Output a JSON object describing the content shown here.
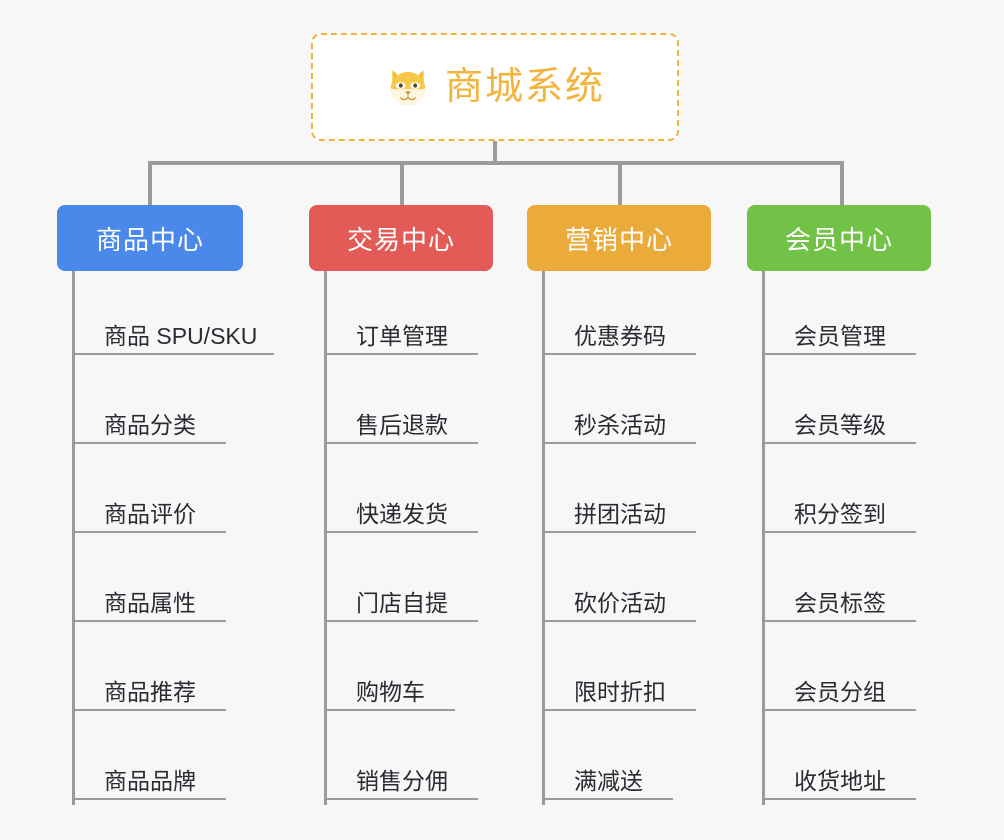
{
  "background_color": "#f7f7f7",
  "root": {
    "title": "商城系统",
    "icon": "shiba-dog-icon",
    "text_color": "#f3b33c",
    "border_color": "#f2b33d",
    "fill_color": "#ffffff"
  },
  "connector_color": "#9b9b9b",
  "columns": [
    {
      "label": "商品中心",
      "color": "#4a89ea",
      "items": [
        "商品 SPU/SKU",
        "商品分类",
        "商品评价",
        "商品属性",
        "商品推荐",
        "商品品牌"
      ]
    },
    {
      "label": "交易中心",
      "color": "#e25b57",
      "items": [
        "订单管理",
        "售后退款",
        "快递发货",
        "门店自提",
        "购物车",
        "销售分佣"
      ]
    },
    {
      "label": "营销中心",
      "color": "#eaab3a",
      "items": [
        "优惠券码",
        "秒杀活动",
        "拼团活动",
        "砍价活动",
        "限时折扣",
        "满减送"
      ]
    },
    {
      "label": "会员中心",
      "color": "#72c247",
      "items": [
        "会员管理",
        "会员等级",
        "积分签到",
        "会员标签",
        "会员分组",
        "收货地址"
      ]
    }
  ]
}
